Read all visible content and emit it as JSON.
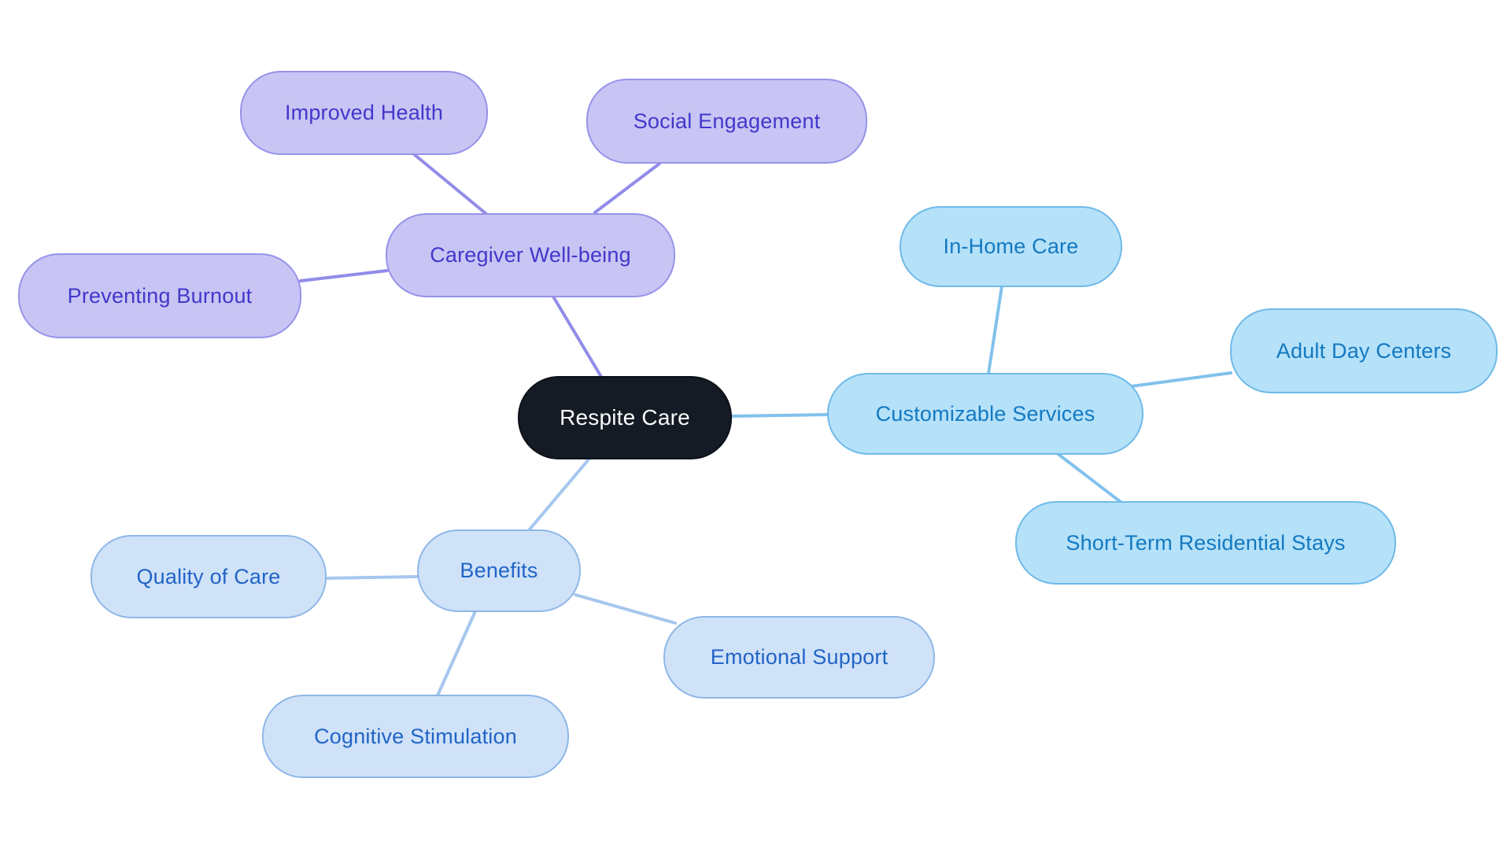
{
  "diagram": {
    "type": "mindmap",
    "root": {
      "label": "Respite Care",
      "fill": "#151B24",
      "text_color": "#FAFBFC"
    },
    "branches": [
      {
        "label": "Caregiver Well-being",
        "fill": "#C8C5F4",
        "border": "#9793EA",
        "text_color": "#4337CB",
        "link_color": "#918CE9",
        "children": [
          {
            "label": "Improved Health"
          },
          {
            "label": "Social Engagement"
          },
          {
            "label": "Preventing Burnout"
          }
        ]
      },
      {
        "label": "Customizable Services",
        "fill": "#B5E1F9",
        "border": "#6FBAE8",
        "text_color": "#1379C1",
        "link_color": "#82C1EC",
        "children": [
          {
            "label": "In-Home Care"
          },
          {
            "label": "Adult Day Centers"
          },
          {
            "label": "Short-Term Residential Stays"
          }
        ]
      },
      {
        "label": "Benefits",
        "fill": "#CFE2F8",
        "border": "#8FB7E7",
        "text_color": "#2264C6",
        "link_color": "#A5C7EF",
        "children": [
          {
            "label": "Quality of Care"
          },
          {
            "label": "Emotional Support"
          },
          {
            "label": "Cognitive Stimulation"
          }
        ]
      }
    ]
  }
}
